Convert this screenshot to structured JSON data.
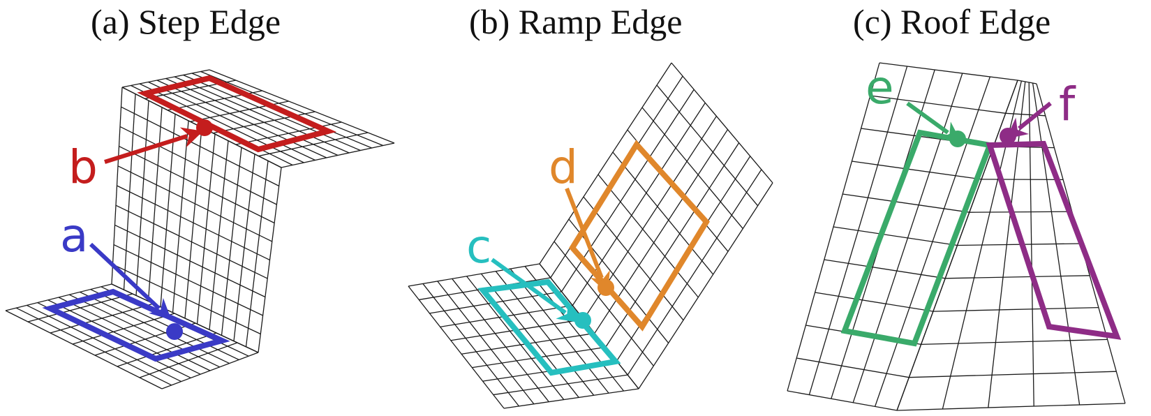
{
  "panels": [
    {
      "id": "a",
      "title": "(a)  Step Edge",
      "labels": [
        "a",
        "b"
      ]
    },
    {
      "id": "b",
      "title": "(b)  Ramp Edge",
      "labels": [
        "c",
        "d"
      ]
    },
    {
      "id": "c",
      "title": "(c)  Roof Edge",
      "labels": [
        "e",
        "f"
      ]
    }
  ],
  "colors": {
    "a": "#3a3ac6",
    "b": "#c41d1d",
    "c": "#26bfbf",
    "d": "#e0872b",
    "e": "#3aaa6a",
    "f": "#8e2c86",
    "mesh": "#1a1a1a"
  }
}
